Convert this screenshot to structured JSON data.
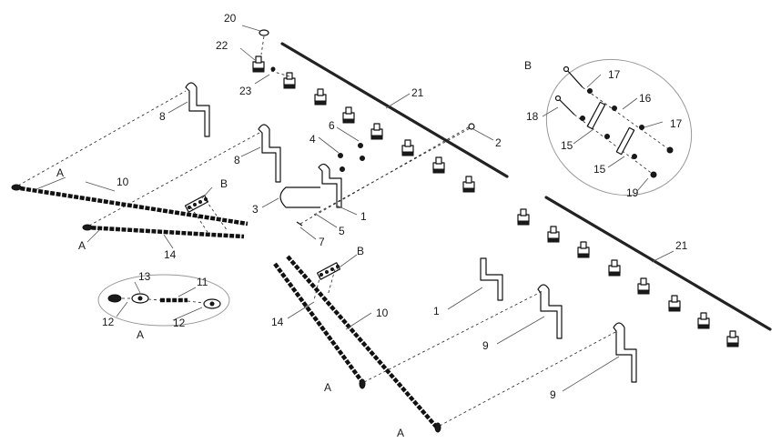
{
  "callouts": {
    "n1": "1",
    "n2": "2",
    "n3": "3",
    "n4": "4",
    "n5": "5",
    "n6": "6",
    "n7": "7",
    "n8": "8",
    "n9": "9",
    "n10": "10",
    "n11": "11",
    "n12": "12",
    "n13": "13",
    "n14": "14",
    "n15": "15",
    "n16": "16",
    "n17": "17",
    "n18": "18",
    "n19": "19",
    "n20": "20",
    "n21": "21",
    "n22": "22",
    "n23": "23",
    "A": "A",
    "B": "B"
  }
}
